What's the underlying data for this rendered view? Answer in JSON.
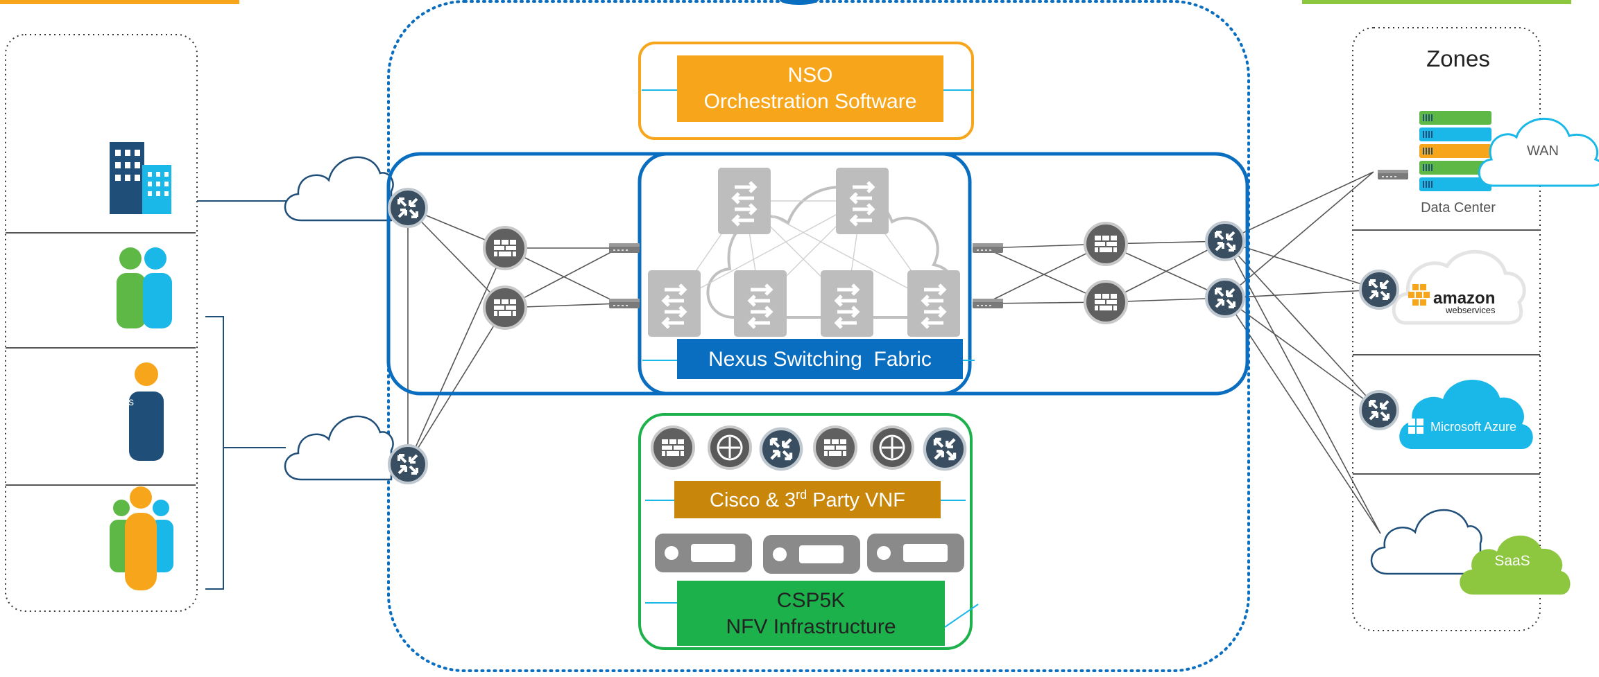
{
  "nso": {
    "title": "NSO",
    "subtitle": "Orchestration Software"
  },
  "fabric": {
    "label": "Nexus Switching  Fabric"
  },
  "vnf": {
    "label_main": "Cisco & 3",
    "label_sup": "rd",
    "label_tail": " Party VNF"
  },
  "csp": {
    "line1": "CSP5K",
    "line2": "NFV Infrastructure"
  },
  "left_panel": {
    "stray_text": "s"
  },
  "zones": {
    "title": "Zones",
    "wan": "WAN",
    "data_center": "Data Center",
    "amazon_brand": "amazon",
    "amazon_sub": "webservices",
    "azure": "Microsoft Azure",
    "saas": "SaaS"
  },
  "colors": {
    "orange": "#F7A61C",
    "cisco_blue": "#0A6EC0",
    "navy": "#1F4E79",
    "green": "#1DB14B",
    "light_green": "#8DC63F",
    "sky": "#1AB8E8",
    "vnf_gold": "#C8860A",
    "grey": "#BDBDBD"
  }
}
